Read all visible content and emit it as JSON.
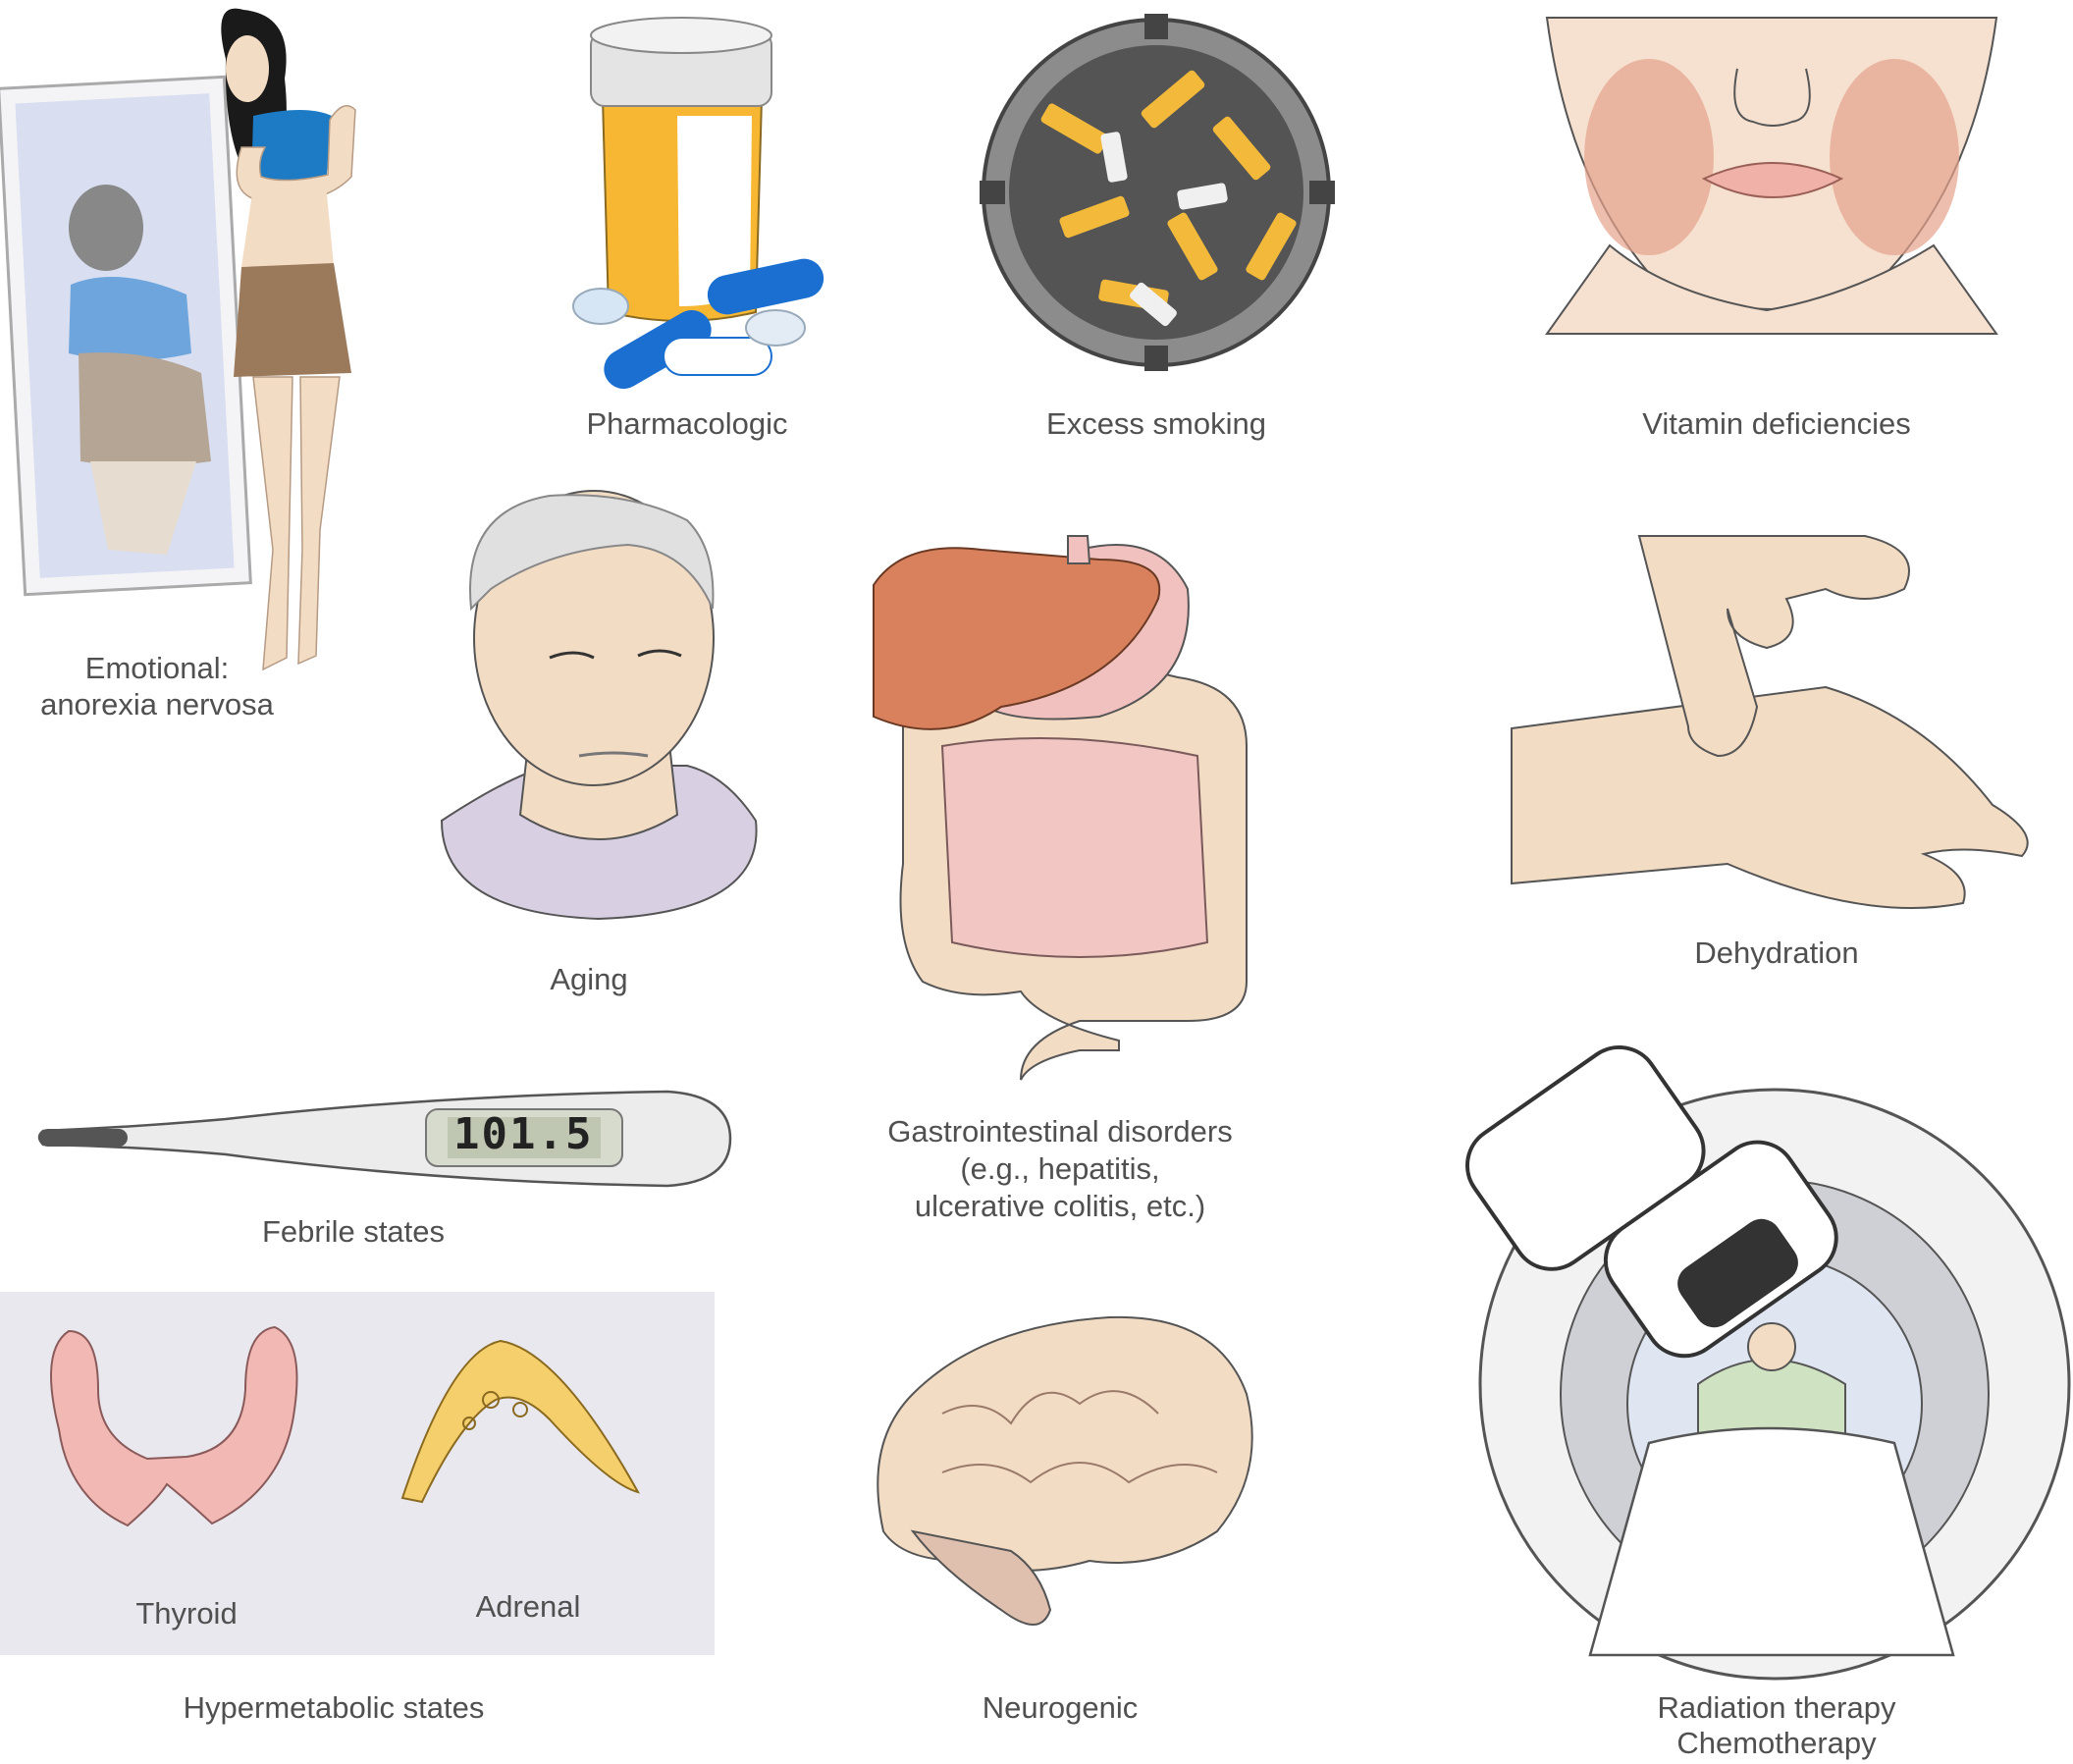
{
  "labels": {
    "emotional_line1": "Emotional:",
    "emotional_line2": "anorexia nervosa",
    "pharmacologic": "Pharmacologic",
    "smoking": "Excess smoking",
    "vitamin": "Vitamin deficiencies",
    "aging": "Aging",
    "gi_line1": "Gastrointestinal disorders",
    "gi_line2": "(e.g., hepatitis,",
    "gi_line3": "ulcerative colitis, etc.)",
    "dehydration": "Dehydration",
    "febrile": "Febrile states",
    "thyroid": "Thyroid",
    "adrenal": "Adrenal",
    "hypermetabolic": "Hypermetabolic states",
    "neurogenic": "Neurogenic",
    "radiation": "Radiation therapy",
    "chemotherapy": "Chemotherapy"
  },
  "thermometer": {
    "reading": "101.5"
  },
  "colors": {
    "label_text": "#505050",
    "panel_bg": "#e8e8ee",
    "skin": "#f3dcc4",
    "organ_pink": "#f2c6c2",
    "liver": "#d9805c",
    "pill_orange": "#f7b733",
    "capsule_blue": "#1a6fd0",
    "top_blue": "#1c7bc4",
    "skirt_brown": "#9b7a5c",
    "adrenal_yellow": "#f5cf6b"
  }
}
